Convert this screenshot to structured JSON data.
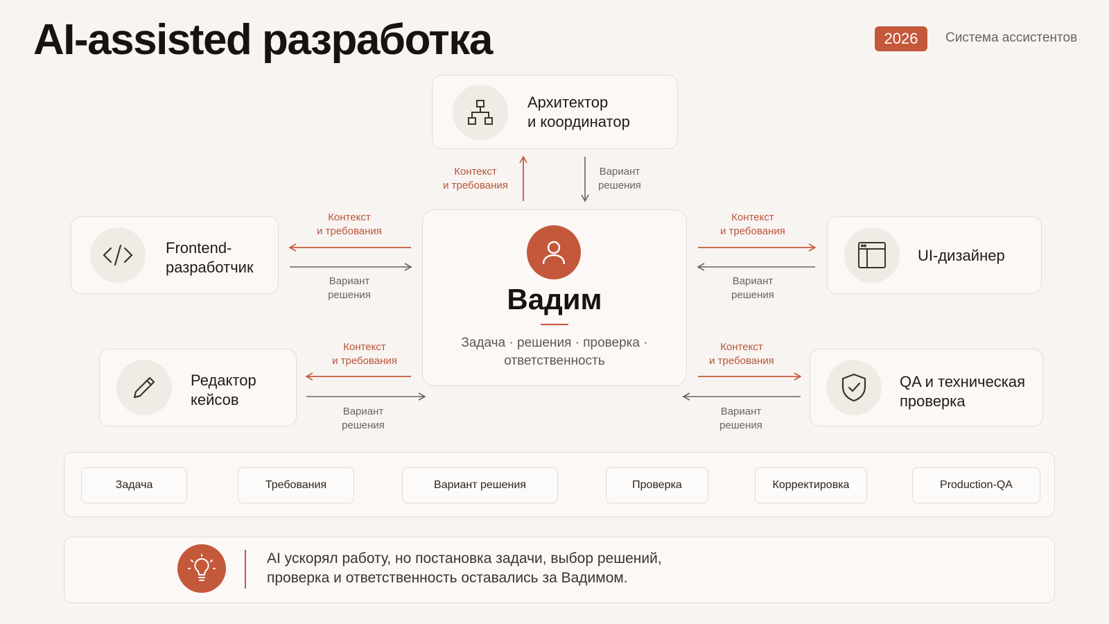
{
  "header": {
    "title": "AI-assisted разработка",
    "year": "2026",
    "subtitle": "Система ассистентов"
  },
  "center": {
    "name": "Вадим",
    "description": "Задача · решения · проверка · ответственность",
    "icon": "user-icon"
  },
  "nodes": {
    "architect": {
      "label": "Архитектор\nи координатор",
      "icon": "hierarchy-icon"
    },
    "frontend": {
      "label": "Frontend-\nразработчик",
      "icon": "code-icon"
    },
    "designer": {
      "label": "UI-дизайнер",
      "icon": "layout-icon"
    },
    "editor": {
      "label": "Редактор\nкейсов",
      "icon": "pencil-icon"
    },
    "qa": {
      "label": "QA и техническая\nпроверка",
      "icon": "shield-check-icon"
    }
  },
  "arrows": {
    "context": "Контекст\nи требования",
    "solution": "Вариант\nрешения"
  },
  "steps": [
    "Задача",
    "Требования",
    "Вариант решения",
    "Проверка",
    "Корректировка",
    "Production-QA"
  ],
  "note": {
    "text": "AI ускорял работу, но постановка задачи, выбор решений,\nпроверка и ответственность оставались за Вадимом.",
    "icon": "lightbulb-icon"
  },
  "colors": {
    "accent": "#c4583a",
    "background": "#f8f4f1"
  }
}
